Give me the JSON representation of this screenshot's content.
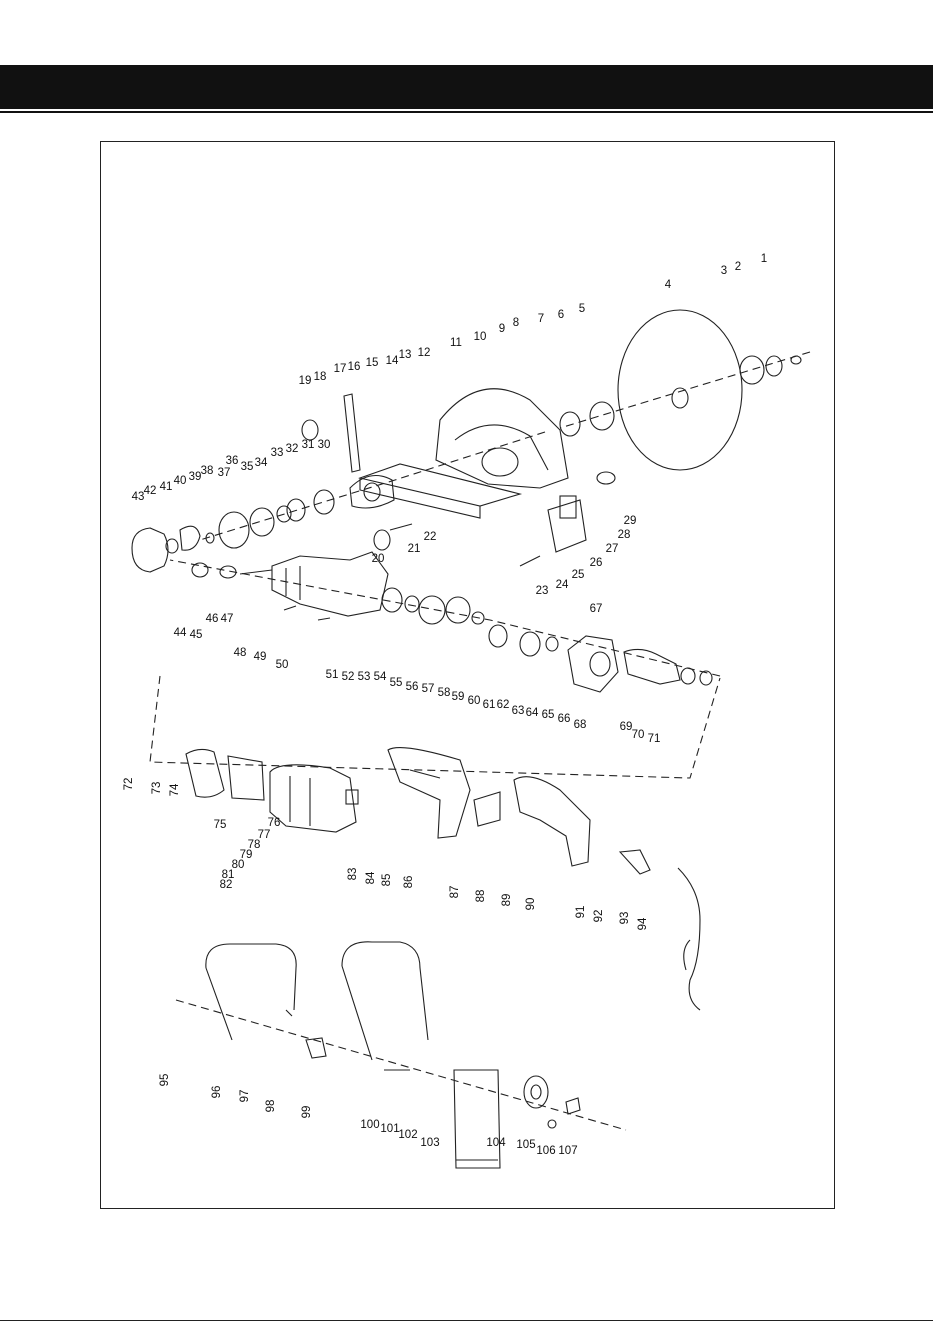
{
  "diagram": {
    "part_numbers": [
      "1",
      "2",
      "3",
      "4",
      "5",
      "6",
      "7",
      "8",
      "9",
      "10",
      "11",
      "12",
      "13",
      "14",
      "15",
      "16",
      "17",
      "18",
      "19",
      "20",
      "21",
      "22",
      "23",
      "24",
      "25",
      "26",
      "27",
      "28",
      "29",
      "30",
      "31",
      "32",
      "33",
      "34",
      "35",
      "36",
      "37",
      "38",
      "39",
      "40",
      "41",
      "42",
      "43",
      "44",
      "45",
      "46",
      "47",
      "48",
      "49",
      "50",
      "51",
      "52",
      "53",
      "54",
      "55",
      "56",
      "57",
      "58",
      "59",
      "60",
      "61",
      "62",
      "63",
      "64",
      "65",
      "66",
      "67",
      "68",
      "69",
      "70",
      "71",
      "72",
      "73",
      "74",
      "75",
      "76",
      "77",
      "78",
      "79",
      "80",
      "81",
      "82",
      "83",
      "84",
      "85",
      "86",
      "87",
      "88",
      "89",
      "90",
      "91",
      "92",
      "93",
      "94",
      "95",
      "96",
      "97",
      "98",
      "99",
      "100",
      "101",
      "102",
      "103",
      "104",
      "105",
      "106",
      "107"
    ],
    "icon": "exploded-parts-diagram"
  },
  "colors": {
    "ink": "#111111",
    "header": "#111111",
    "paper": "#ffffff"
  }
}
